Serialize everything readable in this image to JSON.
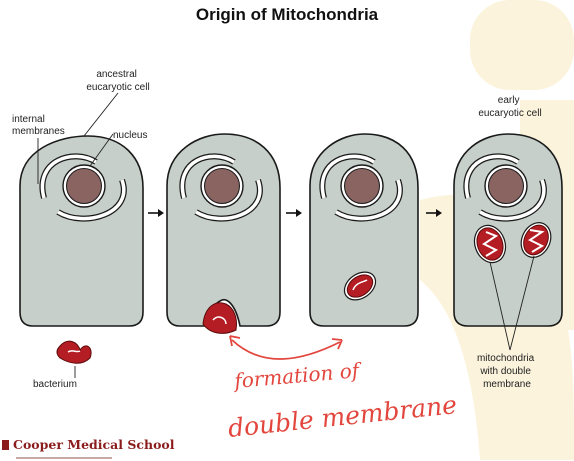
{
  "title": "Origin of Mitochondria",
  "labels": {
    "ancestral_cell": [
      "ancestral",
      "eucaryotic cell"
    ],
    "internal_membranes": [
      "internal",
      "membranes"
    ],
    "nucleus": "nucleus",
    "early_cell": [
      "early",
      "eucaryotic cell"
    ],
    "bacterium": "bacterium",
    "mitochondria": [
      "mitochondria",
      "with double",
      "membrane"
    ]
  },
  "handwritten": [
    "formation of",
    "double membrane"
  ],
  "logo": "Cooper Medical School",
  "colors": {
    "cell_fill": "#c6cfc9",
    "nucleus_fill": "#8a6461",
    "bacterium_fill": "#b51d24",
    "annotation": "#e2463d",
    "watermark": "#fbf3dc",
    "logo": "#8a1c1c"
  }
}
